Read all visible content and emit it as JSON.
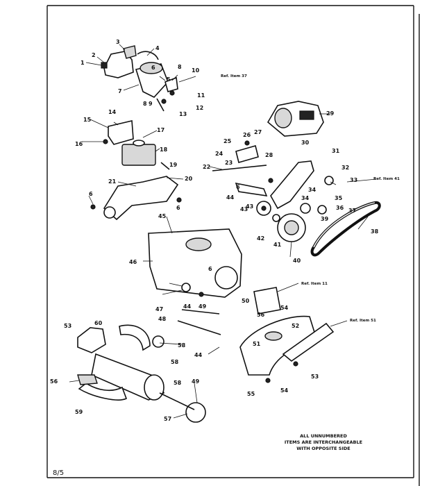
{
  "page_number": "8/5",
  "note_lines": [
    "ALL UNNUMBERED",
    "ITEMS ARE INTERCHANGEABLE",
    "WITH OPPOSITE SIDE"
  ],
  "ref_labels": {
    "ref_item_37": "Ref. Item 37",
    "ref_item_41": "Ref. Item 41",
    "ref_item_11": "Ref. Item 11",
    "ref_item_51": "Ref. Item 51"
  },
  "callouts": {
    "c1": "1",
    "c2": "2",
    "c3": "3",
    "c4": "4",
    "c5": "5",
    "c6": "6",
    "c7": "7",
    "c8": "8",
    "c9": "9",
    "c10": "10",
    "c11": "11",
    "c12": "12",
    "c13": "13",
    "c14": "14",
    "c15": "15",
    "c16": "16",
    "c17": "17",
    "c18": "18",
    "c19": "19",
    "c20": "20",
    "c21": "21",
    "c22": "22",
    "c23": "23",
    "c24": "24",
    "c25": "25",
    "c26": "26",
    "c27": "27",
    "c28": "28",
    "c29": "29",
    "c30": "30",
    "c31": "31",
    "c32": "32",
    "c33": "33",
    "c34": "34",
    "c35": "35",
    "c36": "36",
    "c37": "37",
    "c38": "38",
    "c39": "39",
    "c40": "40",
    "c41": "41",
    "c42": "42",
    "c43": "43",
    "c44": "44",
    "c45": "45",
    "c46": "46",
    "c47": "47",
    "c48": "48",
    "c49": "49",
    "c50": "50",
    "c51": "51",
    "c52": "52",
    "c53": "53",
    "c54": "54",
    "c55": "55",
    "c56": "56",
    "c57": "57",
    "c58": "58",
    "c59": "59",
    "c60": "60",
    "c6b": "6",
    "c6c": "6",
    "c6d": "6",
    "c6e": "6",
    "c34b": "34",
    "c44b": "44",
    "c44c": "44",
    "c49b": "49",
    "c53b": "53",
    "c54b": "54",
    "c56b": "56",
    "c58b": "58",
    "c58c": "58",
    "c8b": "8",
    "c43b": "43"
  }
}
